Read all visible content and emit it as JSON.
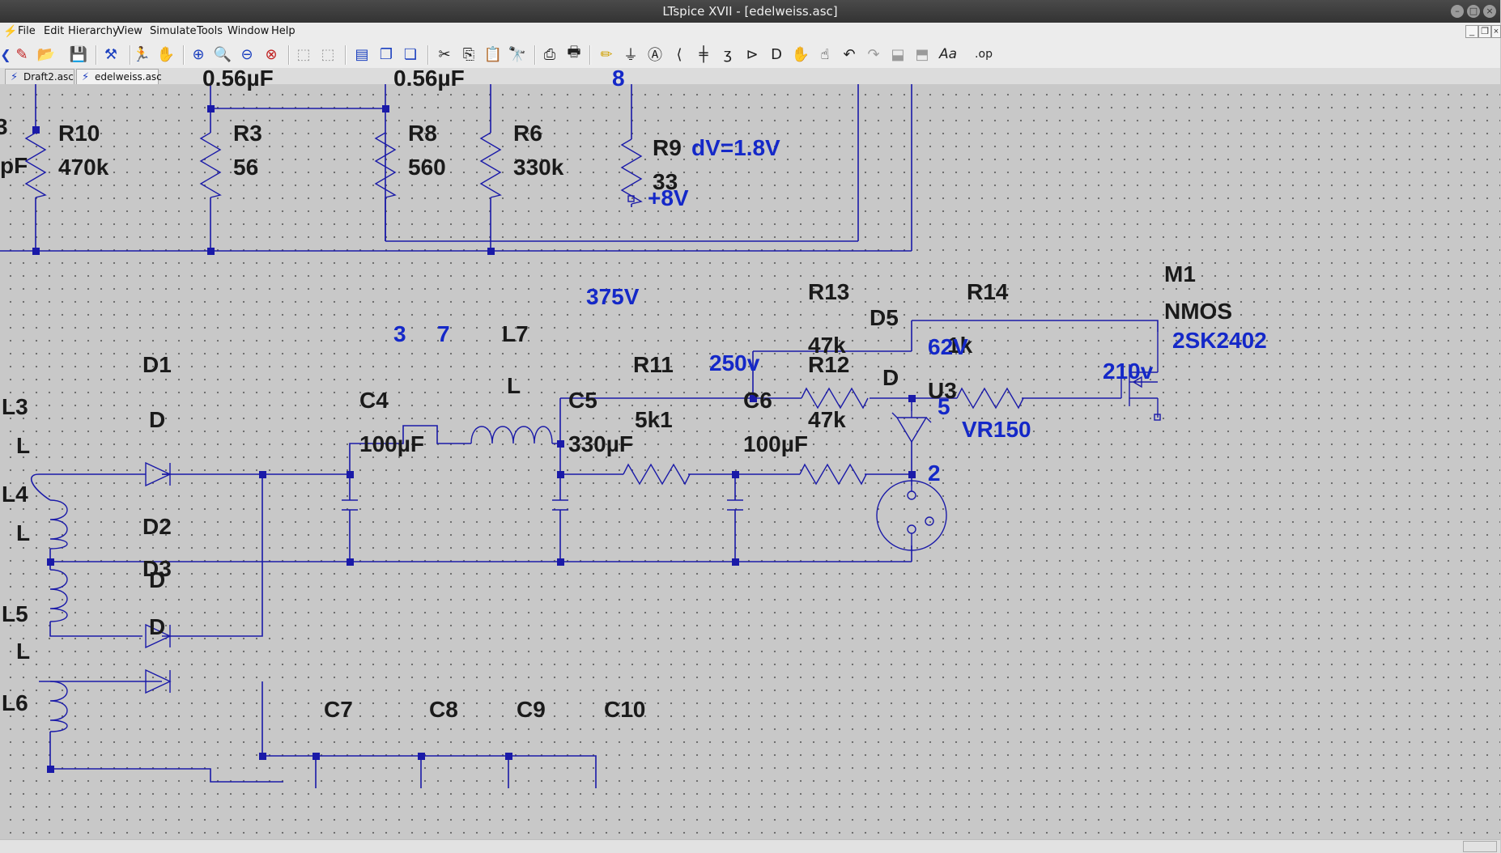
{
  "window": {
    "title": "LTspice XVII - [edelweiss.asc]"
  },
  "menu": [
    "File",
    "Edit",
    "Hierarchy",
    "View",
    "Simulate",
    "Tools",
    "Window",
    "Help"
  ],
  "toolbar_icons": [
    "new-schematic-icon",
    "open-icon",
    "save-icon",
    "control-panel-icon",
    "run-icon",
    "halt-icon",
    "zoom-in-icon",
    "zoom-pan-icon",
    "zoom-out-icon",
    "zoom-fit-icon",
    "autoscale-icon",
    "tile-icon",
    "cascade-icon",
    "close-icon",
    "cut-icon",
    "copy-icon",
    "paste-icon",
    "find-icon",
    "print-setup-icon",
    "print-icon",
    "draw-wire-icon",
    "ground-icon",
    "label-net-icon",
    "resistor-icon",
    "capacitor-icon",
    "inductor-icon",
    "diode-icon",
    "component-icon",
    "move-icon",
    "drag-icon",
    "undo-icon",
    "redo-icon",
    "rotate-icon",
    "mirror-icon",
    "text-icon",
    "spice-directive-icon"
  ],
  "tabs": [
    {
      "label": "Draft2.asc",
      "active": false
    },
    {
      "label": "edelweiss.asc",
      "active": true
    }
  ],
  "schematic": {
    "wire_color": "#1a1aa8",
    "label_color": "#1428c8",
    "components": [
      {
        "ref": "R10",
        "value": "470k"
      },
      {
        "ref": "R3",
        "value": "56"
      },
      {
        "ref": "R8",
        "value": "560"
      },
      {
        "ref": "R6",
        "value": "330k"
      },
      {
        "ref": "R9",
        "value": "33"
      },
      {
        "ref": "R13",
        "value": "47k"
      },
      {
        "ref": "R14",
        "value": "1k"
      },
      {
        "ref": "R11",
        "value": "5k1"
      },
      {
        "ref": "R12",
        "value": "47k"
      },
      {
        "ref": "C4",
        "value": "100µF"
      },
      {
        "ref": "C5",
        "value": "330µF"
      },
      {
        "ref": "C6",
        "value": "100µF"
      },
      {
        "ref": "L7",
        "value": "L"
      },
      {
        "ref": "L3",
        "value": "L"
      },
      {
        "ref": "L4",
        "value": "L"
      },
      {
        "ref": "L5",
        "value": "L"
      },
      {
        "ref": "L6",
        "value": ""
      },
      {
        "ref": "D1",
        "value": "D"
      },
      {
        "ref": "D2",
        "value": "D"
      },
      {
        "ref": "D3",
        "value": "D"
      },
      {
        "ref": "D5",
        "value": "D"
      },
      {
        "ref": "U3",
        "value": "VR150"
      },
      {
        "ref": "M1",
        "value": "NMOS"
      },
      {
        "ref": "C7",
        "value": ""
      },
      {
        "ref": "C8",
        "value": ""
      },
      {
        "ref": "C9",
        "value": ""
      },
      {
        "ref": "C10",
        "value": ""
      }
    ],
    "m1_model": "2SK2402",
    "partial_texts": {
      "top_cap_value": "0.56µF",
      "top_left_digit": "8",
      "left_cut_value": "pF",
      "left_cut_ref": "3"
    },
    "net_labels": {
      "dv": "dV=1.8V",
      "plus8": "+8V",
      "v375": "375V",
      "v250": "250v",
      "v62": "62V",
      "v210": "210v",
      "pin3": "3",
      "pin7": "7",
      "pin5": "5",
      "pin2": "2"
    }
  }
}
